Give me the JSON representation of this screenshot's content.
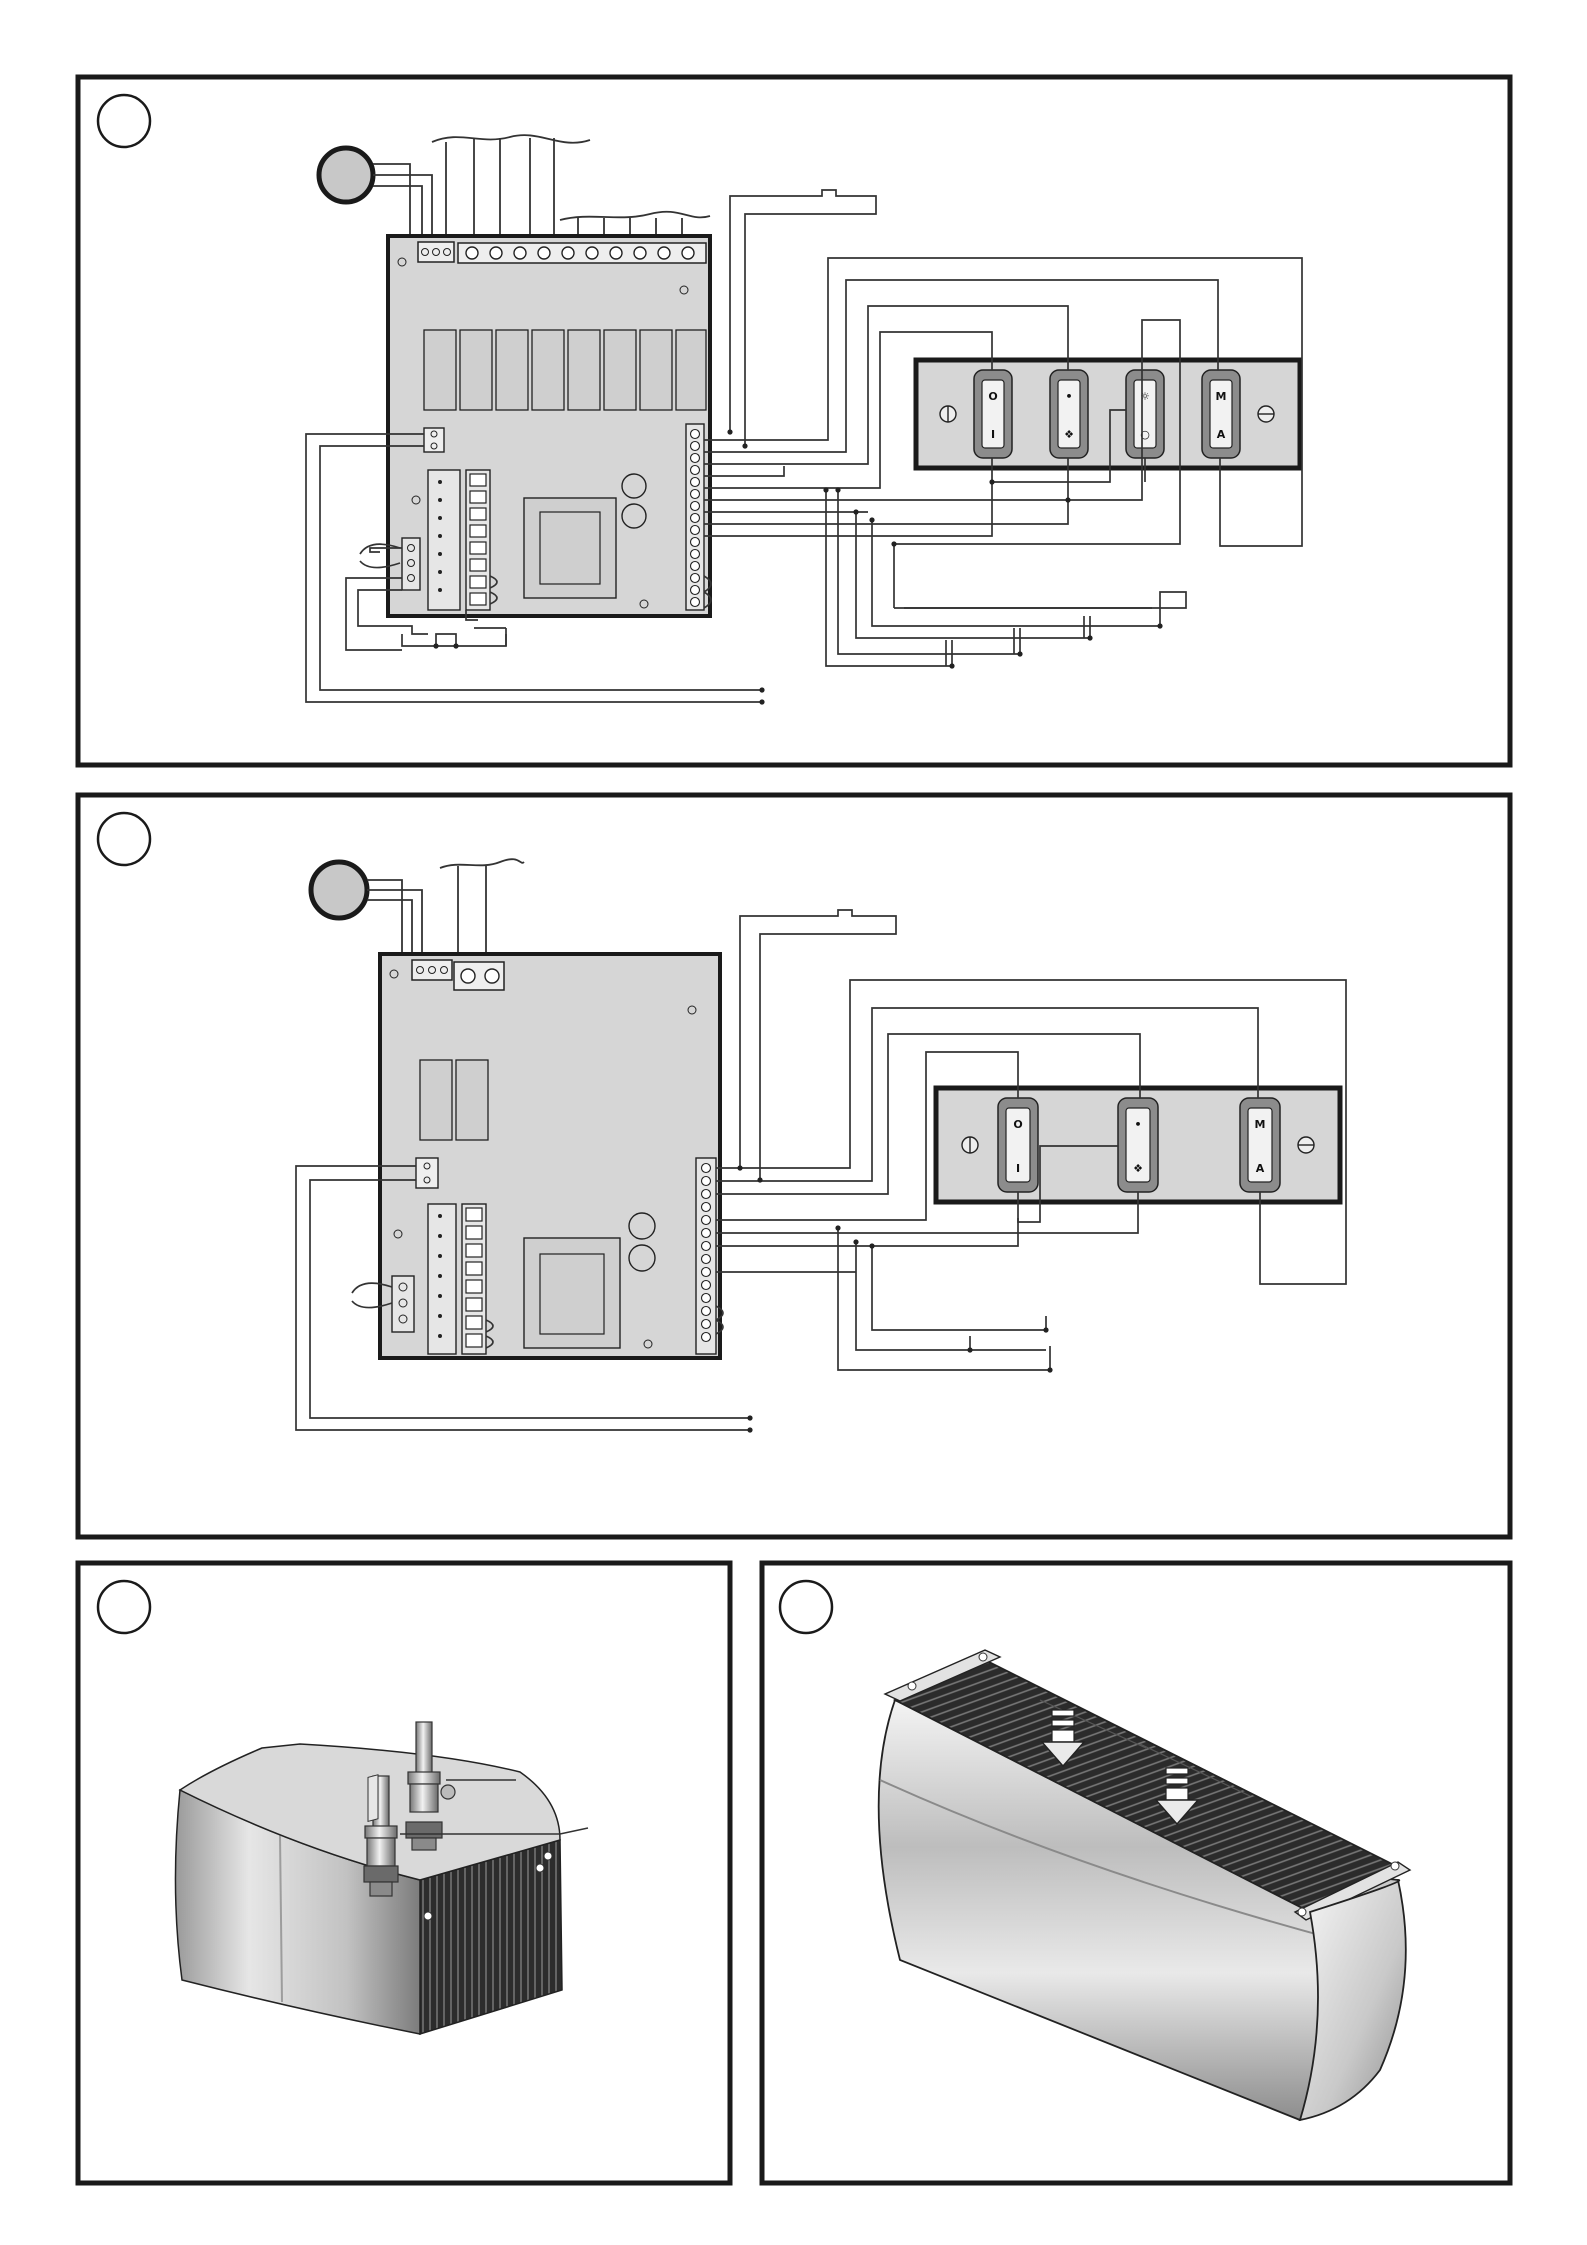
{
  "figures": [
    {
      "id": "wiring-diagram-full",
      "marker": ""
    },
    {
      "id": "wiring-diagram-reduced",
      "marker": ""
    },
    {
      "id": "motor-unit-illustration",
      "marker": ""
    },
    {
      "id": "filter-unit-illustration",
      "marker": ""
    }
  ],
  "switch_panel_full": {
    "switches": [
      {
        "top": "O",
        "bottom": "I"
      },
      {
        "top": "•",
        "bottom": "❖"
      },
      {
        "top": "☼",
        "bottom": "○"
      },
      {
        "top": "M",
        "bottom": "A"
      }
    ]
  },
  "switch_panel_reduced": {
    "switches": [
      {
        "top": "O",
        "bottom": "I"
      },
      {
        "top": "•",
        "bottom": "❖"
      },
      {
        "top": "M",
        "bottom": "A"
      }
    ]
  },
  "colors": {
    "frame": "#1a1a1a",
    "board": "#d6d6d6",
    "wire": "#333333",
    "motor": "#c8c8c8",
    "metal": "#b9b9b9"
  }
}
